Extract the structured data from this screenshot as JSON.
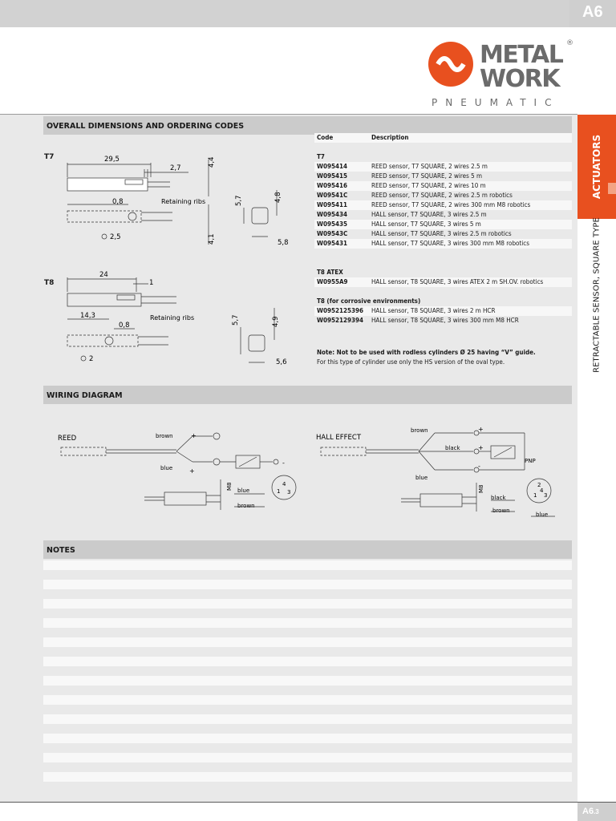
{
  "header": {
    "tab": "A6",
    "brand_line1": "METAL",
    "brand_line2": "WORK",
    "brand_sub": "PNEUMATIC",
    "brand_mark": "®"
  },
  "sidebar": {
    "category": "ACTUATORS",
    "subtitle": "RETRACTABLE SENSOR, SQUARE TYPE"
  },
  "sections": {
    "dimensions_title": "OVERALL DIMENSIONS AND ORDERING CODES",
    "wiring_title": "WIRING DIAGRAM",
    "notes_title": "NOTES"
  },
  "dimensions": {
    "t7": {
      "label": "T7",
      "d_length": "29,5",
      "d_tip": "2,7",
      "d_top": "4,4",
      "d_bot": "4,1",
      "d_08": "0,8",
      "ribs": "Retaining ribs",
      "d_circle": "2,5",
      "end_h": "5,7",
      "end_h2": "4,8",
      "end_w": "5,8"
    },
    "t8": {
      "label": "T8",
      "d_length": "24",
      "d_tip": "1",
      "d_143": "14,3",
      "d_08": "0,8",
      "ribs": "Retaining ribs",
      "d_circle": "2",
      "end_h": "5,7",
      "end_h2": "4,9",
      "end_w": "5,6"
    }
  },
  "codes_table": {
    "headers": [
      "Code",
      "Description"
    ],
    "groups": [
      {
        "title": "T7",
        "rows": [
          [
            "W095414",
            "REED sensor, T7 SQUARE, 2 wires 2.5 m"
          ],
          [
            "W095415",
            "REED sensor, T7 SQUARE, 2 wires 5 m"
          ],
          [
            "W095416",
            "REED sensor, T7 SQUARE, 2 wires 10 m"
          ],
          [
            "W09541C",
            "REED sensor, T7 SQUARE, 2 wires 2.5 m robotics"
          ],
          [
            "W095411",
            "REED sensor, T7 SQUARE, 2 wires 300 mm M8 robotics"
          ],
          [
            "W095434",
            "HALL sensor, T7 SQUARE, 3 wires 2.5 m"
          ],
          [
            "W095435",
            "HALL sensor, T7 SQUARE, 3 wires 5 m"
          ],
          [
            "W09543C",
            "HALL sensor, T7 SQUARE, 3 wires 2.5 m robotics"
          ],
          [
            "W095431",
            "HALL sensor, T7 SQUARE, 3 wires 300 mm M8 robotics"
          ]
        ]
      },
      {
        "title": "T8 ATEX",
        "rows": [
          [
            "W0955A9",
            "HALL sensor, T8 SQUARE, 3 wires ATEX 2 m SH.OV. robotics"
          ]
        ]
      },
      {
        "title": "T8 (for corrosive environments)",
        "rows": [
          [
            "W0952125396",
            "HALL sensor, T8 SQUARE, 3 wires 2 m HCR"
          ],
          [
            "W0952129394",
            "HALL sensor, T8 SQUARE, 3 wires 300 mm M8 HCR"
          ]
        ]
      }
    ],
    "note_bold": "Note: Not to be used with rodless cylinders Ø 25 having “V” guide.",
    "note": "For this type of cylinder use only the HS version of the oval type."
  },
  "wiring": {
    "reed": {
      "title": "REED",
      "brown": "brown",
      "blue": "blue",
      "plus1": "+",
      "plus2": "+",
      "minus": "-",
      "m8": "M8",
      "pin4": "4",
      "pin1": "1",
      "pin3": "3",
      "blue2": "blue",
      "brown2": "brown"
    },
    "hall": {
      "title": "HALL EFFECT",
      "brown": "brown",
      "black": "black",
      "blue": "blue",
      "plus": "+",
      "plus2": "+",
      "minus": "-",
      "pnp": "PNP",
      "m8": "M8",
      "pin4": "4",
      "pin2": "2",
      "pin1": "1",
      "pin3": "3",
      "black2": "black",
      "brown2": "brown",
      "blue2": "blue"
    }
  },
  "footer": {
    "page": "A6",
    "page_sub": ".3"
  },
  "colors": {
    "accent": "#e8501f",
    "header_gray": "#d2d2d2",
    "panel_gray": "#e9e9e9",
    "section_bar": "#cbcbcb"
  }
}
